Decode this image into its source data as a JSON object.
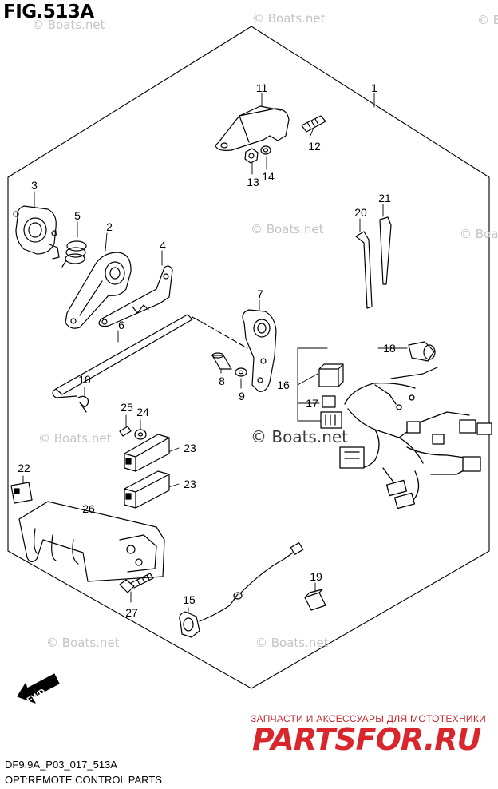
{
  "figure": {
    "title": "FIG.513A",
    "code": "DF9.9A_P03_017_513A",
    "name": "OPT:REMOTE CONTROL PARTS"
  },
  "watermarks": {
    "small": "© Boats.net",
    "large": "© Boats.net"
  },
  "brand": {
    "tagline": "ЗАПЧАСТИ И АКСЕССУАРЫ ДЛЯ МОТОТЕХНИКИ",
    "logo": "PARTSFOR.RU"
  },
  "direction": {
    "label": "FWD"
  },
  "refs": {
    "r1": "1",
    "r2": "2",
    "r3": "3",
    "r4": "4",
    "r5": "5",
    "r6": "6",
    "r7": "7",
    "r8": "8",
    "r9": "9",
    "r10": "10",
    "r11": "11",
    "r12": "12",
    "r13": "13",
    "r14": "14",
    "r15": "15",
    "r16": "16",
    "r17": "17",
    "r18": "18",
    "r19": "19",
    "r20": "20",
    "r21": "21",
    "r22": "22",
    "r23a": "23",
    "r23b": "23",
    "r24": "24",
    "r25": "25",
    "r26": "26",
    "r27": "27"
  }
}
